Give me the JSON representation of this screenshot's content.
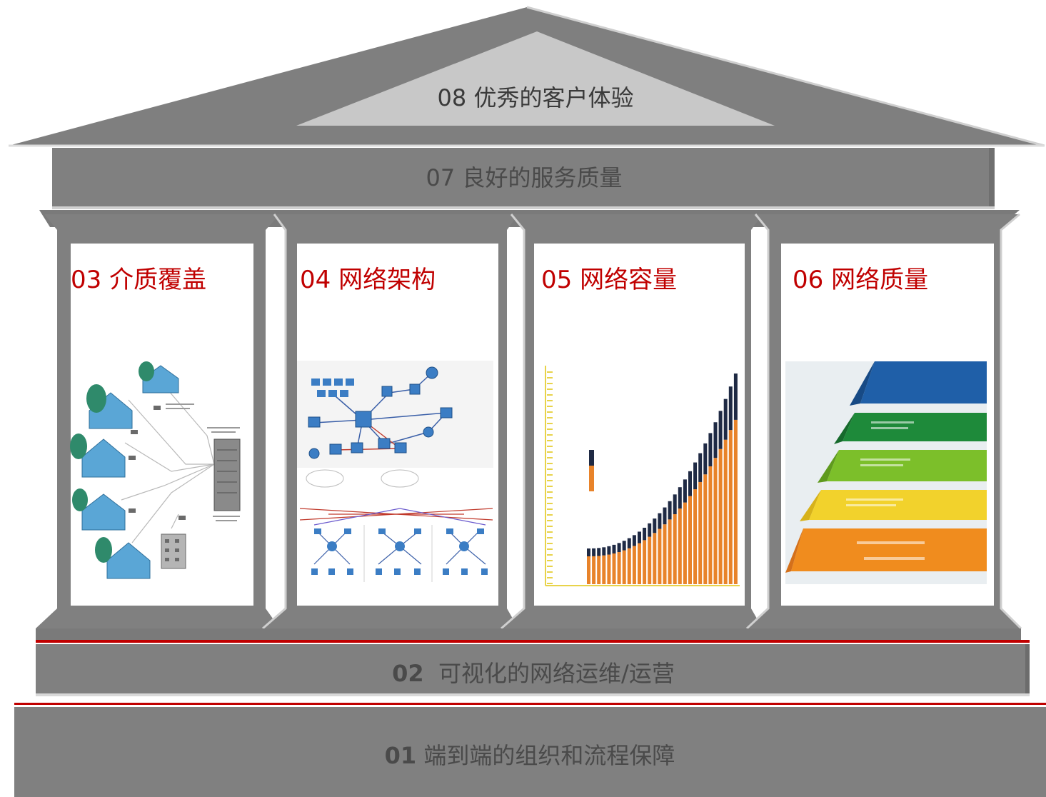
{
  "roof": {
    "label": "08 优秀的客户体验"
  },
  "beam": {
    "label": "07 良好的服务质量"
  },
  "pillars": [
    {
      "title": "03 介质覆盖",
      "illustration": "houses-network-icon"
    },
    {
      "title": "04 网络架构",
      "illustration": "network-topology-icon"
    },
    {
      "title": "05 网络容量",
      "illustration": "growth-bar-chart-icon"
    },
    {
      "title": "06 网络质量",
      "illustration": "pyramid-levels-icon"
    }
  ],
  "step": {
    "number": "02",
    "text": "可视化的网络运维/运营"
  },
  "base": {
    "number": "01",
    "text": "端到端的组织和流程保障"
  },
  "colors": {
    "structure": "#808080",
    "structure_dark": "#6e6e6e",
    "roof_inner": "#c8c8c8",
    "pillar_title": "#c00000",
    "accent_line": "#c00000"
  }
}
